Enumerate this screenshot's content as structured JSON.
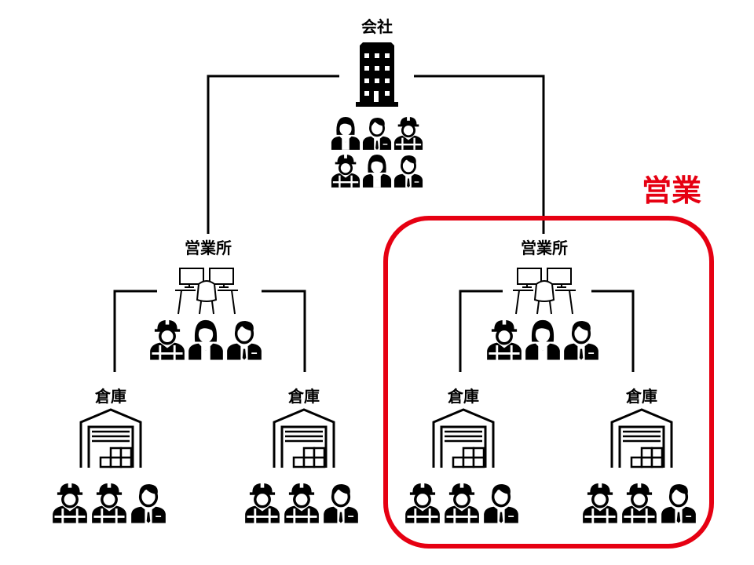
{
  "labels": {
    "company": "会社",
    "office_left": "営業所",
    "office_right": "営業所",
    "warehouse_1": "倉庫",
    "warehouse_2": "倉庫",
    "warehouse_3": "倉庫",
    "warehouse_4": "倉庫",
    "sales_group": "営業"
  },
  "colors": {
    "highlight": "#e60012",
    "ink": "#000000"
  }
}
